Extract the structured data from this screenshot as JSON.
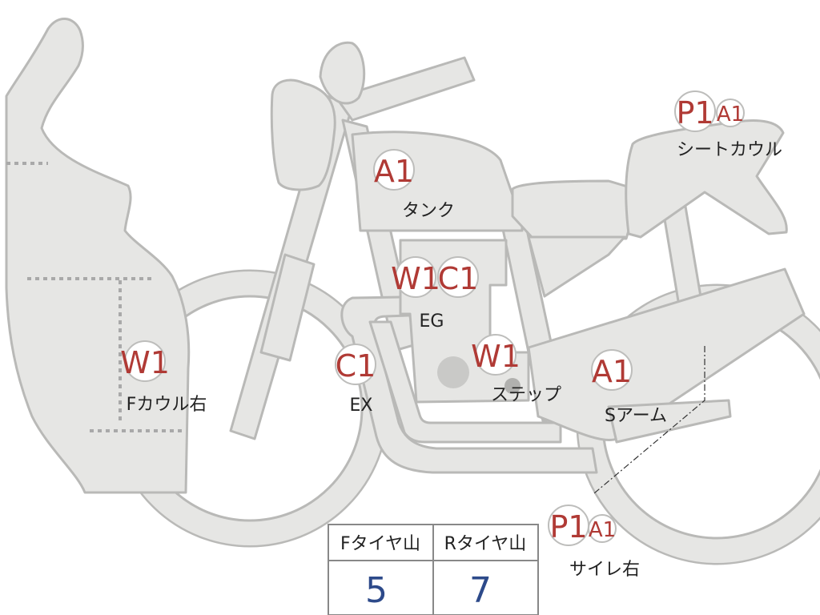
{
  "markers": {
    "tank_code": "A1",
    "tank_label": "タンク",
    "eg_code1": "W1",
    "eg_code2": "C1",
    "eg_label": "EG",
    "ex_code": "C1",
    "ex_label": "EX",
    "step_code": "W1",
    "step_label": "ステップ",
    "sarm_code": "A1",
    "sarm_label": "Sアーム",
    "fcowl_code": "W1",
    "fcowl_label": "Fカウル右",
    "seat_code1": "P1",
    "seat_code2": "A1",
    "seat_label": "シートカウル",
    "muffler_code1": "P1",
    "muffler_code2": "A1",
    "muffler_label": "サイレ右"
  },
  "tread_table": {
    "front_header": "Fタイヤ山",
    "rear_header": "Rタイヤ山",
    "front_value": "5",
    "rear_value": "7"
  },
  "colors": {
    "code_red": "#b03a35",
    "value_blue": "#2d4a8a",
    "bike_gray": "#e6e6e4"
  }
}
